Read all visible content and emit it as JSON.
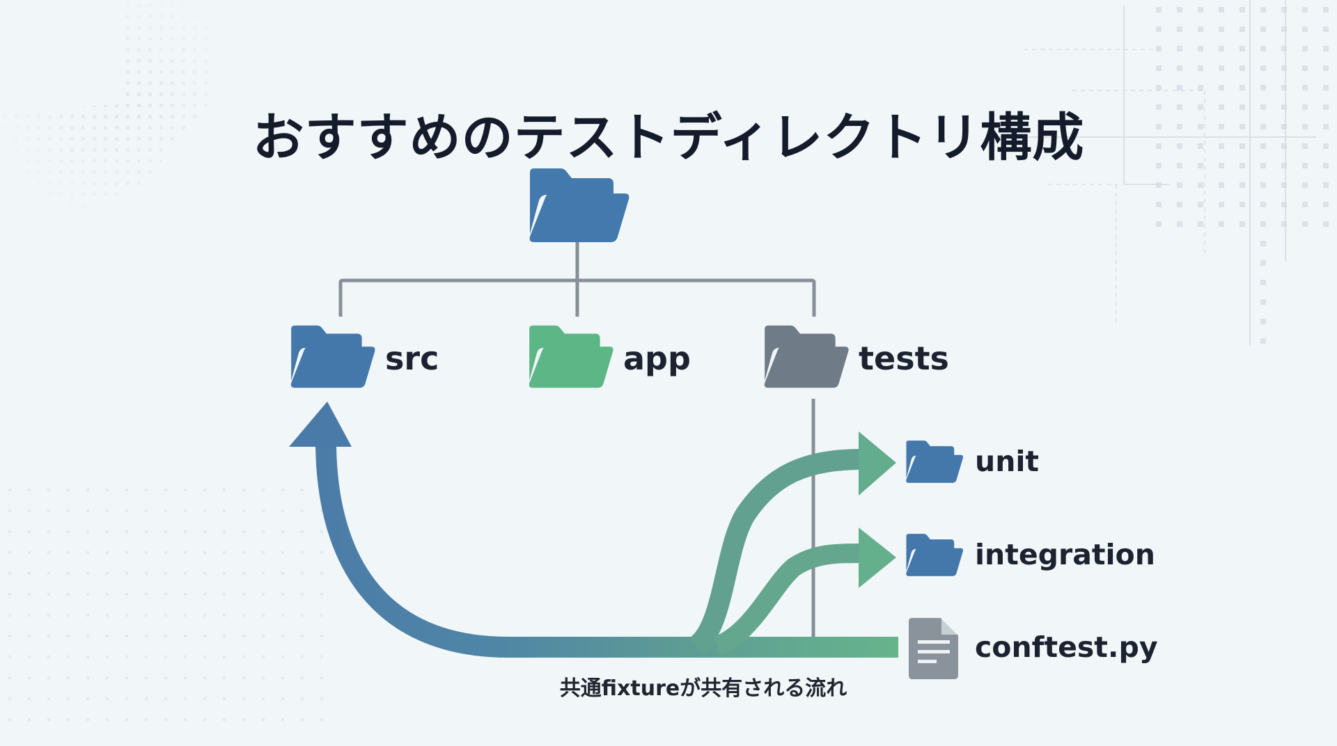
{
  "title": "おすすめのテストディレクトリ構成",
  "tree": {
    "root": {
      "icon": "folder-icon",
      "color": "#4478ab"
    },
    "children": [
      {
        "label": "src",
        "icon": "folder-icon",
        "color": "#4478ab"
      },
      {
        "label": "app",
        "icon": "folder-icon",
        "color": "#5cb485"
      },
      {
        "label": "tests",
        "icon": "folder-icon",
        "color": "#6f7c88"
      }
    ],
    "tests_children": [
      {
        "label": "unit",
        "icon": "folder-icon",
        "color": "#4478ab"
      },
      {
        "label": "integration",
        "icon": "folder-icon",
        "color": "#4478ab"
      },
      {
        "label": "conftest.py",
        "icon": "document-icon",
        "color": "#8a939c"
      }
    ]
  },
  "flow": {
    "caption": "共通fixtureが共有される流れ",
    "colors": {
      "start": "#4a7eab",
      "end": "#63b38a"
    }
  },
  "colors": {
    "connector": "#868e96",
    "background": "#f1f6f8",
    "text": "#17202e"
  }
}
